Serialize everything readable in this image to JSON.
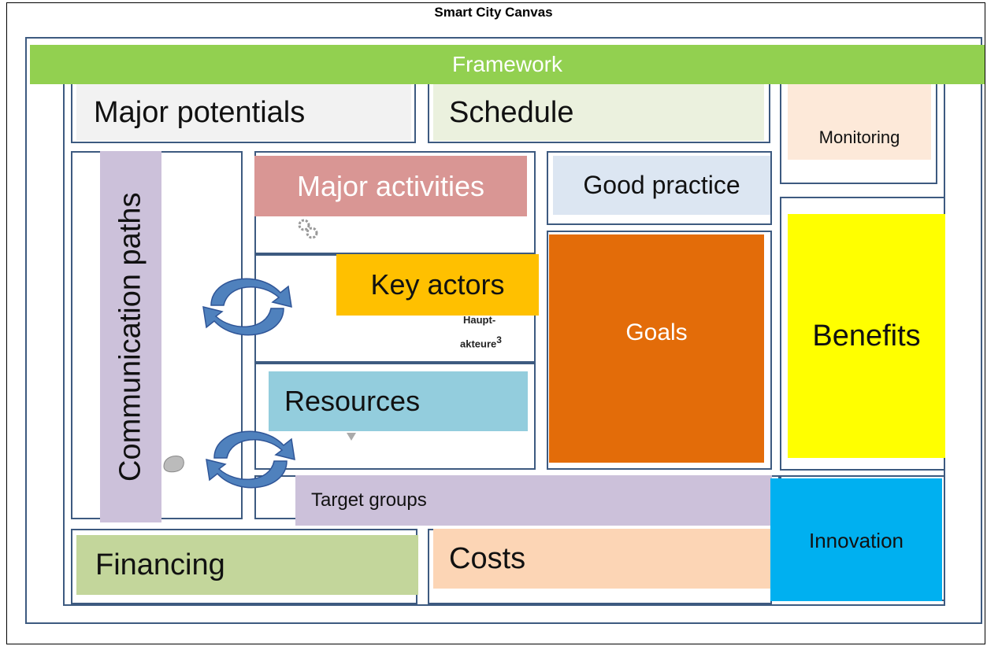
{
  "title": "Smart City Canvas",
  "framework": "Framework",
  "blocks": {
    "major_potentials": "Major potentials",
    "schedule": "Schedule",
    "monitoring": "Monitoring",
    "communication_paths": "Communication paths",
    "major_activities": "Major activities",
    "good_practice": "Good practice",
    "key_actors": "Key actors",
    "goals": "Goals",
    "benefits": "Benefits",
    "resources": "Resources",
    "target_groups": "Target groups",
    "innovation": "Innovation",
    "financing": "Financing",
    "costs": "Costs"
  },
  "residual_text": {
    "haupt": "Haupt-",
    "akteure": "akteure",
    "sup": "3"
  },
  "colors": {
    "framework": "#92d050",
    "goals": "#e36c09",
    "benefits": "#ffff00",
    "key_actors": "#ffc000",
    "innovation": "#00b0f0",
    "border": "#3d5a80",
    "arrows": "#4f81bd"
  },
  "icons": [
    "cycle-arrows-icon",
    "gears-icon",
    "hand-icon"
  ]
}
